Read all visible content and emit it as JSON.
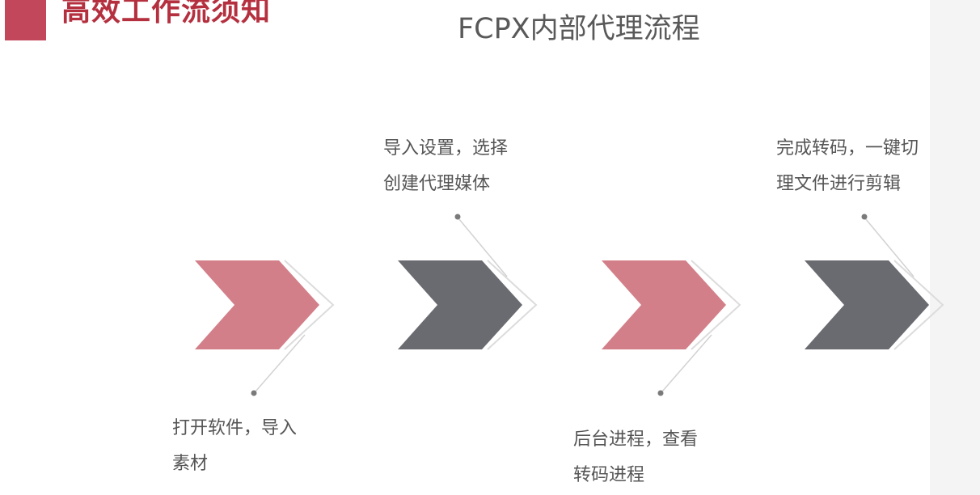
{
  "section_title": "高效工作流须知",
  "main_title": "FCPX内部代理流程",
  "colors": {
    "accent": "#c3475a",
    "title_red": "#b5303f",
    "pink_arrow": "#d37f89",
    "gray_arrow": "#6a6b70",
    "text": "#555555"
  },
  "steps": [
    {
      "line1": "打开软件，导入",
      "line2": "素材",
      "color": "pink"
    },
    {
      "line1": "导入设置，选择",
      "line2": "创建代理媒体",
      "color": "gray"
    },
    {
      "line1": "后台进程，查看",
      "line2": "转码进程",
      "color": "pink"
    },
    {
      "line1": "完成转码，一键切",
      "line2": "理文件进行剪辑",
      "color": "gray"
    }
  ]
}
